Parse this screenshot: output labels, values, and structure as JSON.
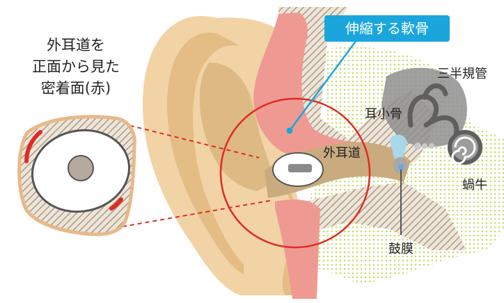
{
  "labels": {
    "canal_face": [
      "外耳道を",
      "正面から見た",
      "密着面(赤)"
    ],
    "stretching_cartilage": "伸縮する軟骨",
    "semicircular_canals": "三半規管",
    "ossicles": "耳小骨",
    "ear_canal": "外耳道",
    "cochlea": "蝸牛",
    "eardrum": "鼓膜"
  },
  "colors": {
    "skin": "#f2d3a6",
    "skin_light": "#f8e4c2",
    "skin_shadow": "#e4bd84",
    "canal_tan": "#c9ab7f",
    "cartilage_pink": "#ee9a92",
    "ring_red": "#e02a26",
    "callout_blue": "#1aa6dd",
    "bone_gray": "#a8a8a8",
    "inner_ear_gray": "#8f8f8f",
    "dot_green": "#c7dd6b",
    "hatch_gray": "#a69b8e"
  }
}
